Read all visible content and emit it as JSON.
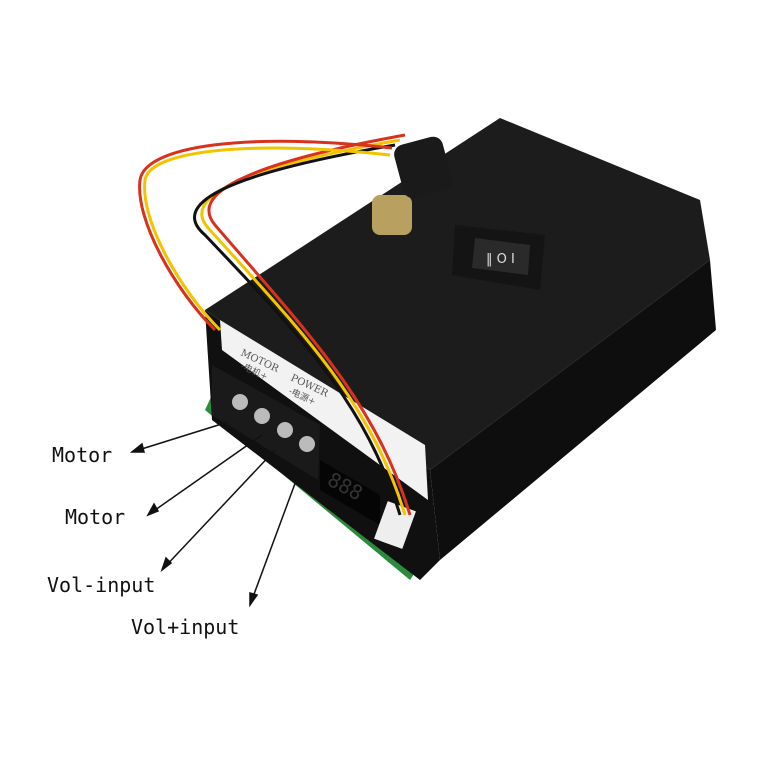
{
  "callouts": [
    {
      "label": "Motor"
    },
    {
      "label": "Motor"
    },
    {
      "label": "Vol-input"
    },
    {
      "label": "Vol+input"
    }
  ],
  "device": {
    "panel_motor": "MOTOR",
    "panel_motor_cn": "-电机+",
    "panel_power": "POWER",
    "panel_power_cn": "-电源+",
    "display": "888"
  },
  "colors": {
    "body": "#141414",
    "wire_red": "#d8321e",
    "wire_yellow": "#f2c400",
    "wire_black": "#111111",
    "pcb": "#2c8a3c"
  }
}
